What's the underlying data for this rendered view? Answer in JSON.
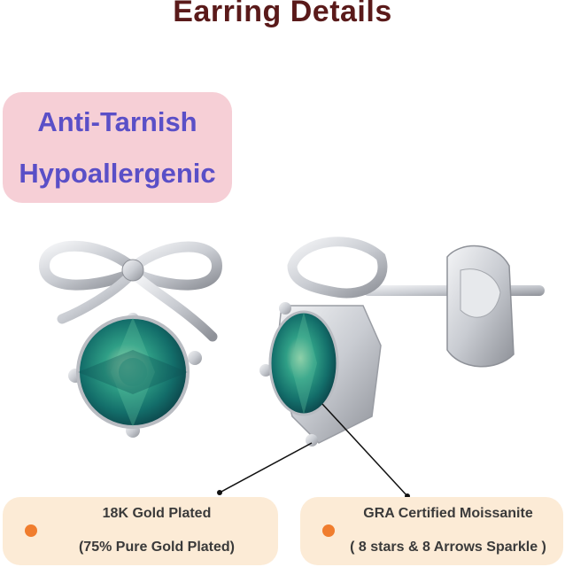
{
  "header": {
    "title": "Earring Details"
  },
  "features_badge": {
    "line1": "Anti-Tarnish",
    "line2": "Hypoallergenic"
  },
  "specs": [
    {
      "title": "18K Gold Plated",
      "subtitle": "(75% Pure Gold Plated)"
    },
    {
      "title": "GRA Certified Moissanite",
      "subtitle": "( 8 stars & 8 Arrows Sparkle )"
    }
  ],
  "colors": {
    "title": "#5a1a1a",
    "badge_bg": "#f6cfd6",
    "badge_text": "#5a4fc7",
    "spec_bg": "#fcebd6",
    "bullet": "#f07d2e",
    "metal": "#d9dbe0",
    "stone": "#1e8d7a"
  },
  "icons": {
    "bullet": "orange-dot-icon"
  }
}
